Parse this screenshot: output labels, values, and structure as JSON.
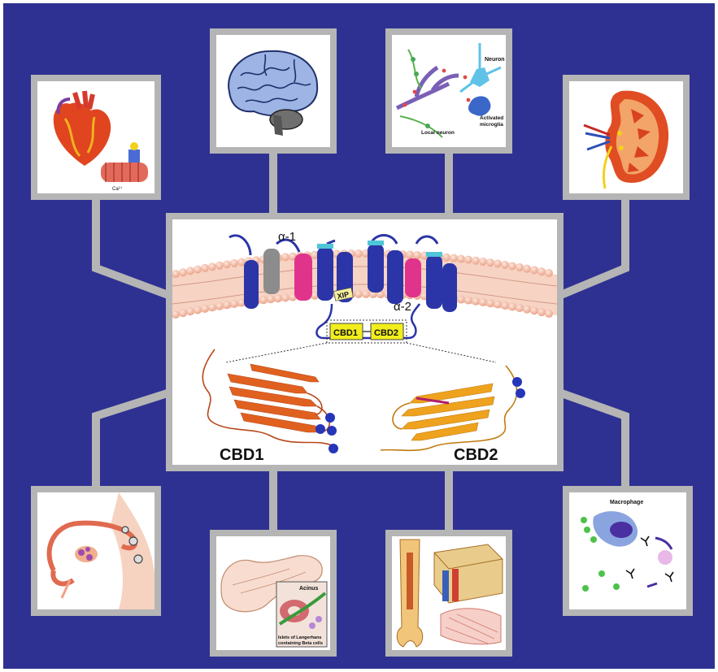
{
  "colors": {
    "background": "#2e3192",
    "frame": "#b5b5b5",
    "helix_blue": "#2b35a8",
    "helix_magenta": "#e0348c",
    "membrane": "#f4c7b4",
    "cbd1_ribbon": "#e0611f",
    "cbd2_ribbon": "#eea21e",
    "calcium": "#2636b8",
    "domain_box": "#f2ee1d"
  },
  "center": {
    "label_alpha1": "α-1",
    "label_alpha2": "α-2",
    "label_xip": "XIP",
    "box_cbd1": "CBD1",
    "box_cbd2": "CBD2",
    "structure_cbd1": "CBD1",
    "structure_cbd2": "CBD2"
  },
  "panels": {
    "heart": {
      "icon": "heart-icon",
      "label_ca": "Ca²⁺"
    },
    "brain": {
      "icon": "brain-icon"
    },
    "neurons": {
      "icon": "neuron-icon",
      "label_neuron": "Neuron",
      "label_activated_1": "Activated",
      "label_activated_2": "microglia",
      "label_local": "Local neuron"
    },
    "kidney": {
      "icon": "kidney-icon"
    },
    "reproductive": {
      "icon": "ovary-icon"
    },
    "pancreas": {
      "icon": "pancreas-icon",
      "label_acinus": "Acinus",
      "label_islets_1": "Islets of Langerhans",
      "label_islets_2": "containing Beta cells"
    },
    "bone": {
      "icon": "bone-muscle-icon"
    },
    "immune": {
      "icon": "macrophage-icon",
      "label_macrophage": "Macrophage"
    }
  }
}
